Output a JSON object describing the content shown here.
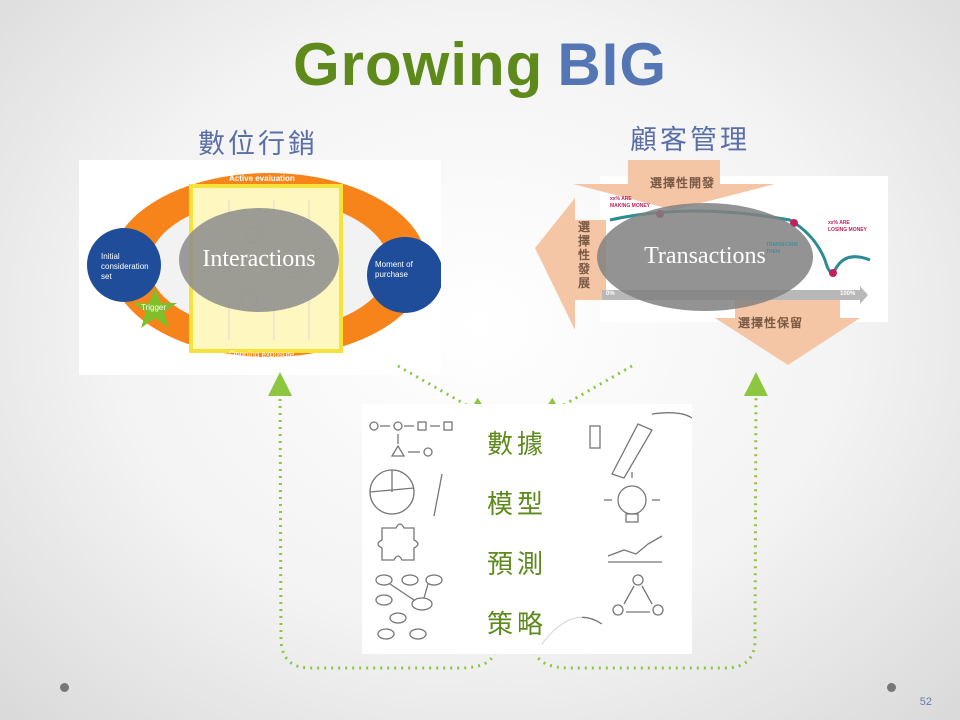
{
  "slide": {
    "title_part1": "Growing",
    "title_part2": "BIG",
    "page_number": "52",
    "colors": {
      "green": "#5e8a1c",
      "blue": "#5576b4",
      "orange": "#f7841b",
      "navy": "#1f4d9a",
      "peach": "#f5c6a5"
    }
  },
  "left_panel": {
    "heading": "數位行銷",
    "oval_label": "Interactions",
    "arc_top_label": "Active evaluation",
    "arc_bottom_label": "Ongoing exposure",
    "left_circle_label": [
      "Initial",
      "consideration",
      "set"
    ],
    "right_circle_label": [
      "Moment of",
      "purchase"
    ],
    "star_label": "Trigger"
  },
  "right_panel": {
    "heading": "顧客管理",
    "oval_label": "Transactions",
    "arrow_top": "選擇性開發",
    "arrow_left": "選擇性發展",
    "arrow_bottom": "選擇性保留",
    "note_left": [
      "xx% ARE",
      "MAKING MONEY"
    ],
    "note_right": [
      "xx% ARE",
      "LOSING MONEY"
    ],
    "note_transform": [
      "TRANSFORM",
      "THEM"
    ],
    "axis_start": "0%",
    "axis_end": "100%"
  },
  "center": {
    "steps": [
      "數據",
      "模型",
      "預測",
      "策略"
    ]
  }
}
